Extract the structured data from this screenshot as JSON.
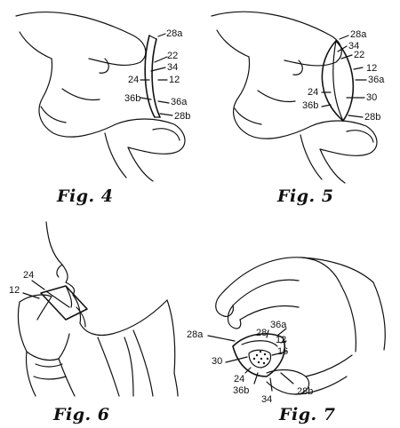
{
  "figures": [
    {
      "caption": "Fig. 4",
      "labels": [
        "28a",
        "22",
        "34",
        "24",
        "12",
        "36b",
        "36a",
        "28b"
      ]
    },
    {
      "caption": "Fig. 5",
      "labels": [
        "28a",
        "34",
        "22",
        "12",
        "36a",
        "24",
        "30",
        "36b",
        "28b"
      ]
    },
    {
      "caption": "Fig. 6",
      "labels": [
        "24",
        "12"
      ]
    },
    {
      "caption": "Fig. 7",
      "labels": [
        "36a",
        "28",
        "28a",
        "12",
        "16",
        "30",
        "24",
        "36b",
        "34",
        "28b"
      ]
    }
  ]
}
